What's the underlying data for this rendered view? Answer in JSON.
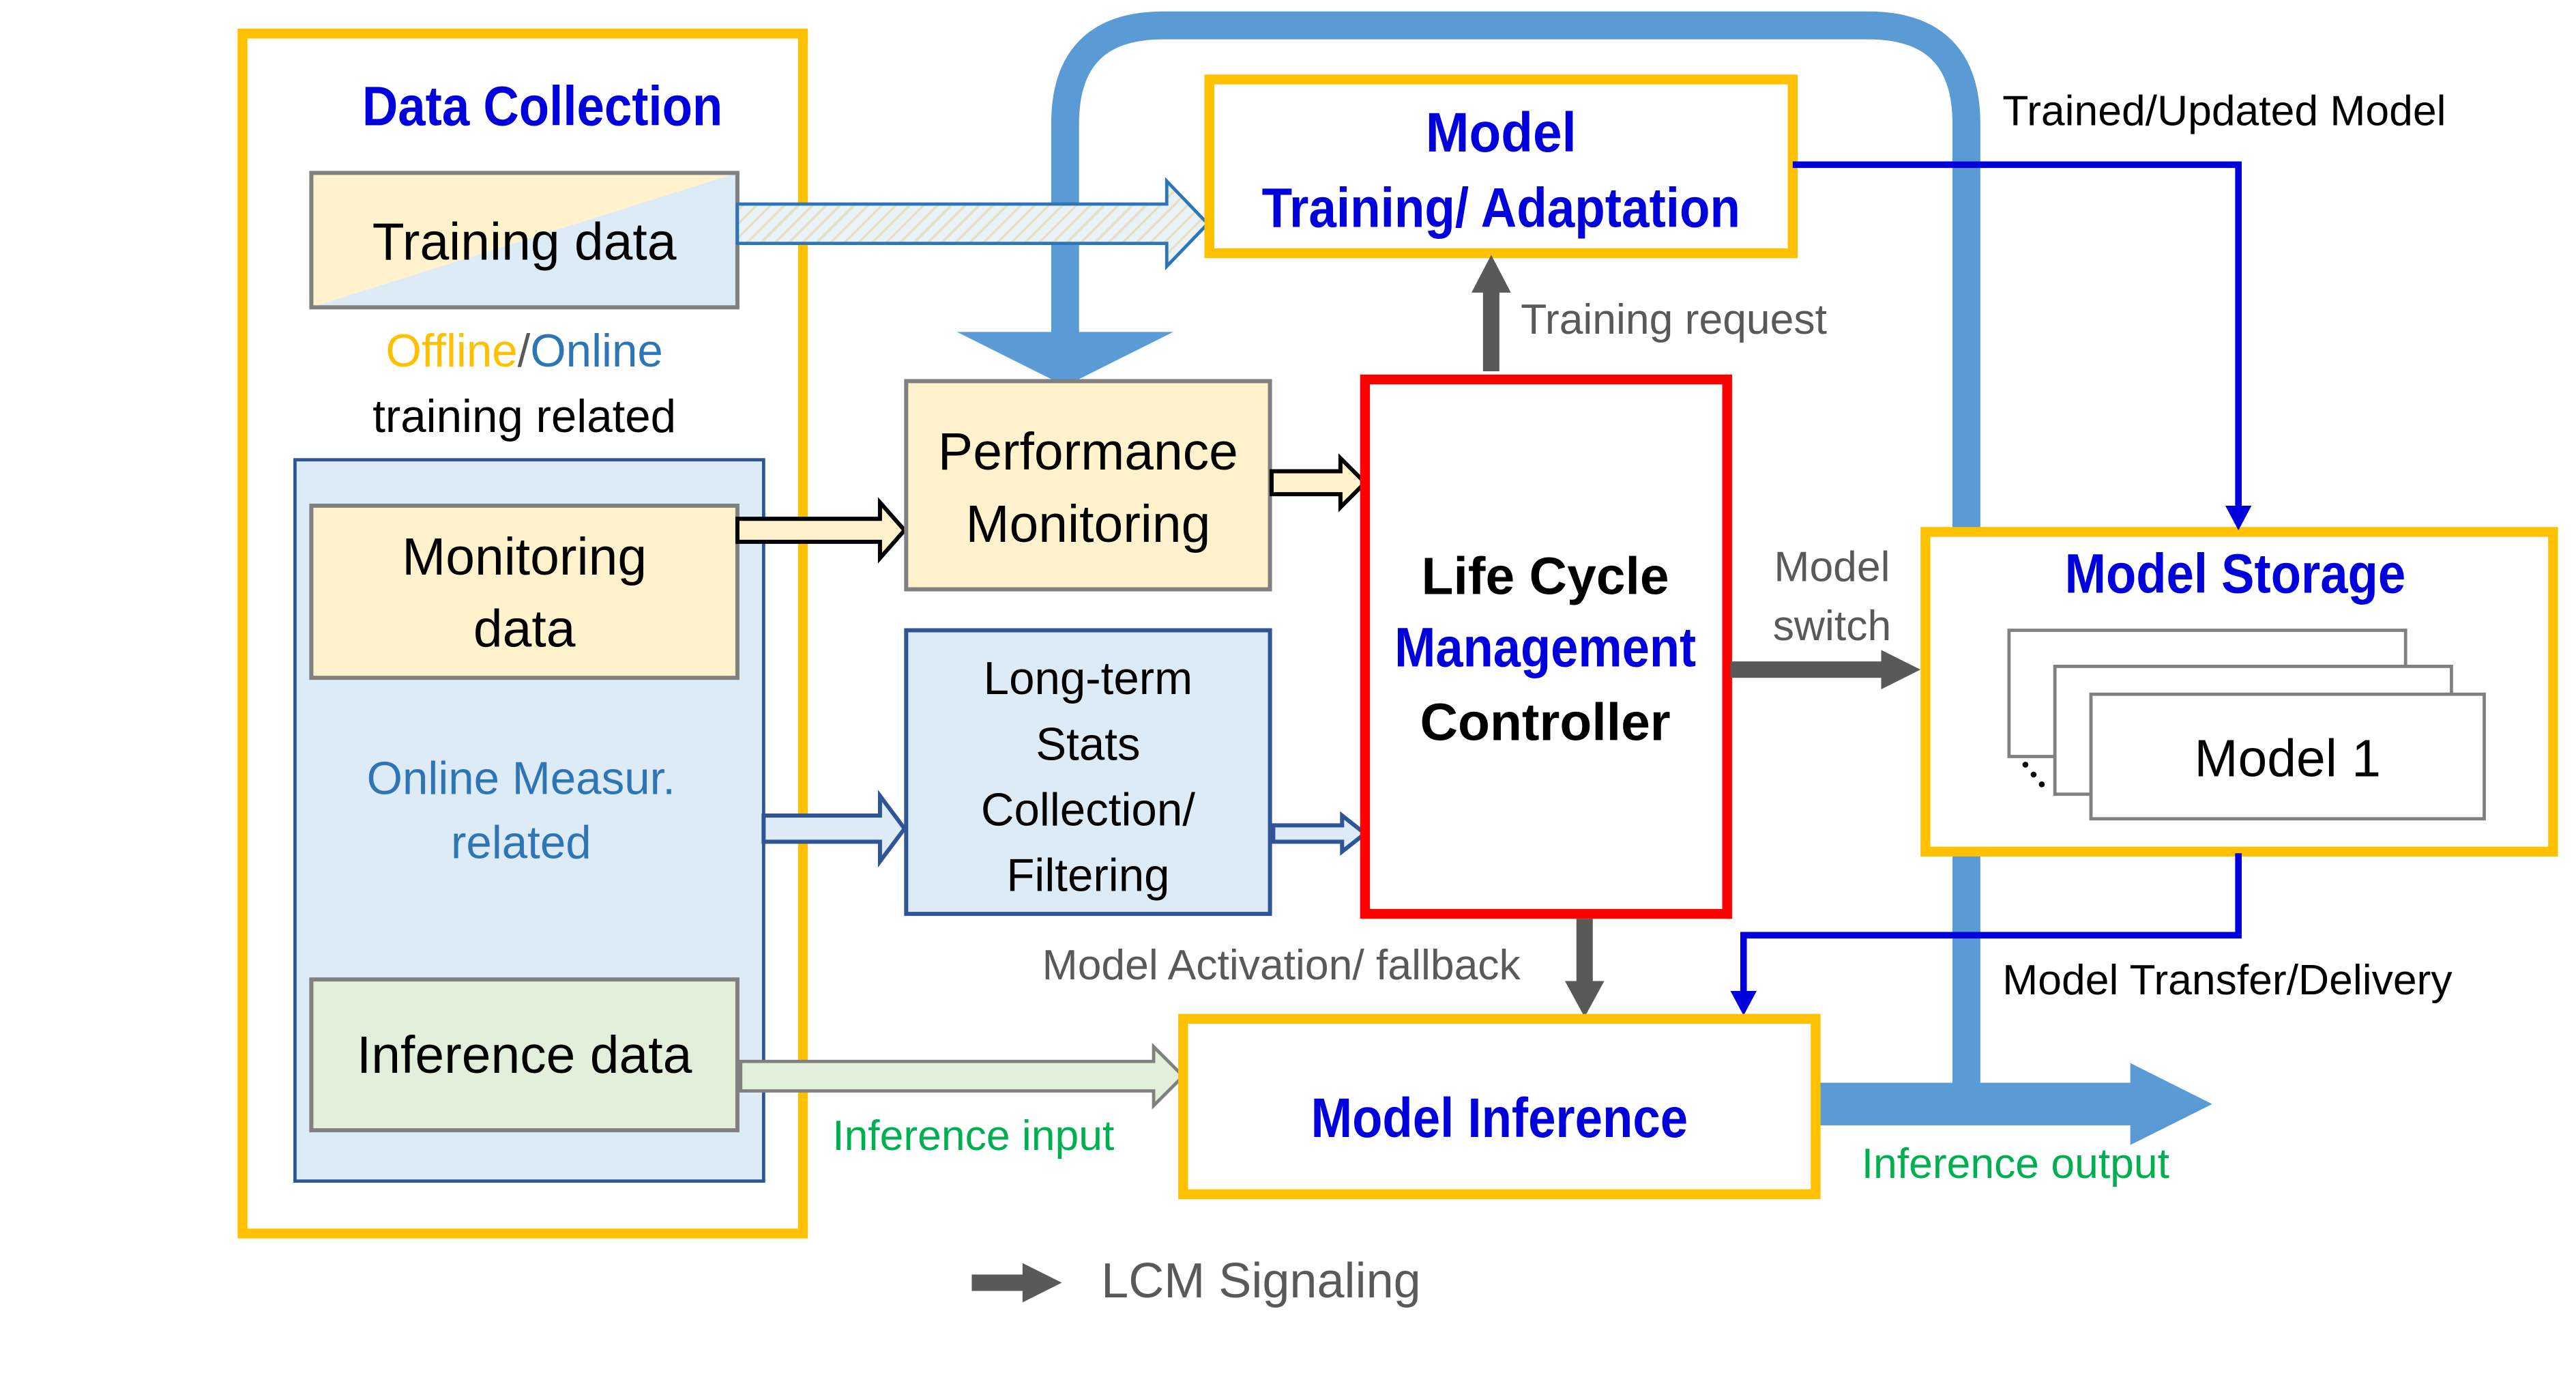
{
  "colors": {
    "gold": "#FFC000",
    "blue_title": "#0000DD",
    "light_blue_band": "#5B9BD5",
    "red": "#FF0000",
    "grey_arrow": "#595959",
    "green_text": "#00B050",
    "online_blue": "#2E75B6",
    "cream": "#FFF2CC",
    "light_blue_fill": "#DDEBF7",
    "light_green_fill": "#E2EFDA"
  },
  "data_collection": {
    "title": "Data Collection",
    "training_data": "Training data",
    "offline": "Offline",
    "slash": "/",
    "online": "Online",
    "training_related": "training related",
    "monitoring_line1": "Monitoring",
    "monitoring_line2": "data",
    "online_measur_line1": "Online Measur.",
    "online_measur_line2": "related",
    "inference_data": "Inference data"
  },
  "model_training": {
    "line1": "Model",
    "line2": "Training/ Adaptation"
  },
  "performance_monitoring": {
    "line1": "Performance",
    "line2": "Monitoring"
  },
  "long_term": {
    "line1": "Long-term",
    "line2": "Stats",
    "line3": "Collection/",
    "line4": "Filtering"
  },
  "lcm_controller": {
    "line1": "Life Cycle",
    "line2": "Management",
    "line3": "Controller"
  },
  "model_storage": {
    "title": "Model Storage",
    "model1": "Model 1"
  },
  "model_inference": {
    "title": "Model Inference"
  },
  "labels": {
    "trained_updated_model": "Trained/Updated Model",
    "training_request": "Training request",
    "model_switch_line1": "Model",
    "model_switch_line2": "switch",
    "model_activation": "Model Activation/ fallback",
    "model_transfer": "Model Transfer/Delivery",
    "inference_input": "Inference input",
    "inference_output": "Inference output"
  },
  "legend": {
    "lcm_signaling": "LCM Signaling"
  }
}
